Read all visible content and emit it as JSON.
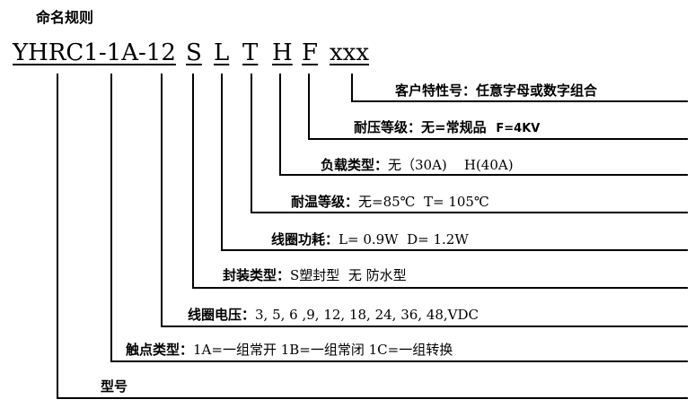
{
  "title": "命名规则",
  "code_segments": [
    {
      "id": "model",
      "text": "YHRC1"
    },
    {
      "id": "dash1",
      "text": "-"
    },
    {
      "id": "contact",
      "text": "1A"
    },
    {
      "id": "dash2",
      "text": "-"
    },
    {
      "id": "voltage",
      "text": "12"
    },
    {
      "id": "package",
      "text": "S"
    },
    {
      "id": "coil_power",
      "text": "L"
    },
    {
      "id": "temp",
      "text": "T"
    },
    {
      "id": "load",
      "text": "H"
    },
    {
      "id": "withstand",
      "text": "F"
    },
    {
      "id": "customer",
      "text": "xxx"
    }
  ],
  "labels": [
    {
      "id": "customer",
      "key": "客户特性号：",
      "value": "任意字母或数字组合",
      "value_bold": true
    },
    {
      "id": "withstand",
      "key": "耐压等级：",
      "value": "无=常规品",
      "extra": "F=4KV"
    },
    {
      "id": "load",
      "key": "负载类型：",
      "value": "无（30A)    H(40A)"
    },
    {
      "id": "temp",
      "key": "耐温等级：",
      "value": "无=85℃  T= 105℃"
    },
    {
      "id": "coil_power",
      "key": "线圈功耗：",
      "value": "L= 0.9W  D= 1.2W"
    },
    {
      "id": "package",
      "key": "封装类型：",
      "value": "S塑封型  无 防水型"
    },
    {
      "id": "voltage",
      "key": "线圈电压：",
      "value": "3, 5, 6 ,9, 12, 18, 24, 36, 48,VDC"
    },
    {
      "id": "contact",
      "key": "触点类型：",
      "value": "1A=一组常开 1B=一组常闭 1C=一组转换"
    },
    {
      "id": "model",
      "key": "型号",
      "value": ""
    }
  ]
}
